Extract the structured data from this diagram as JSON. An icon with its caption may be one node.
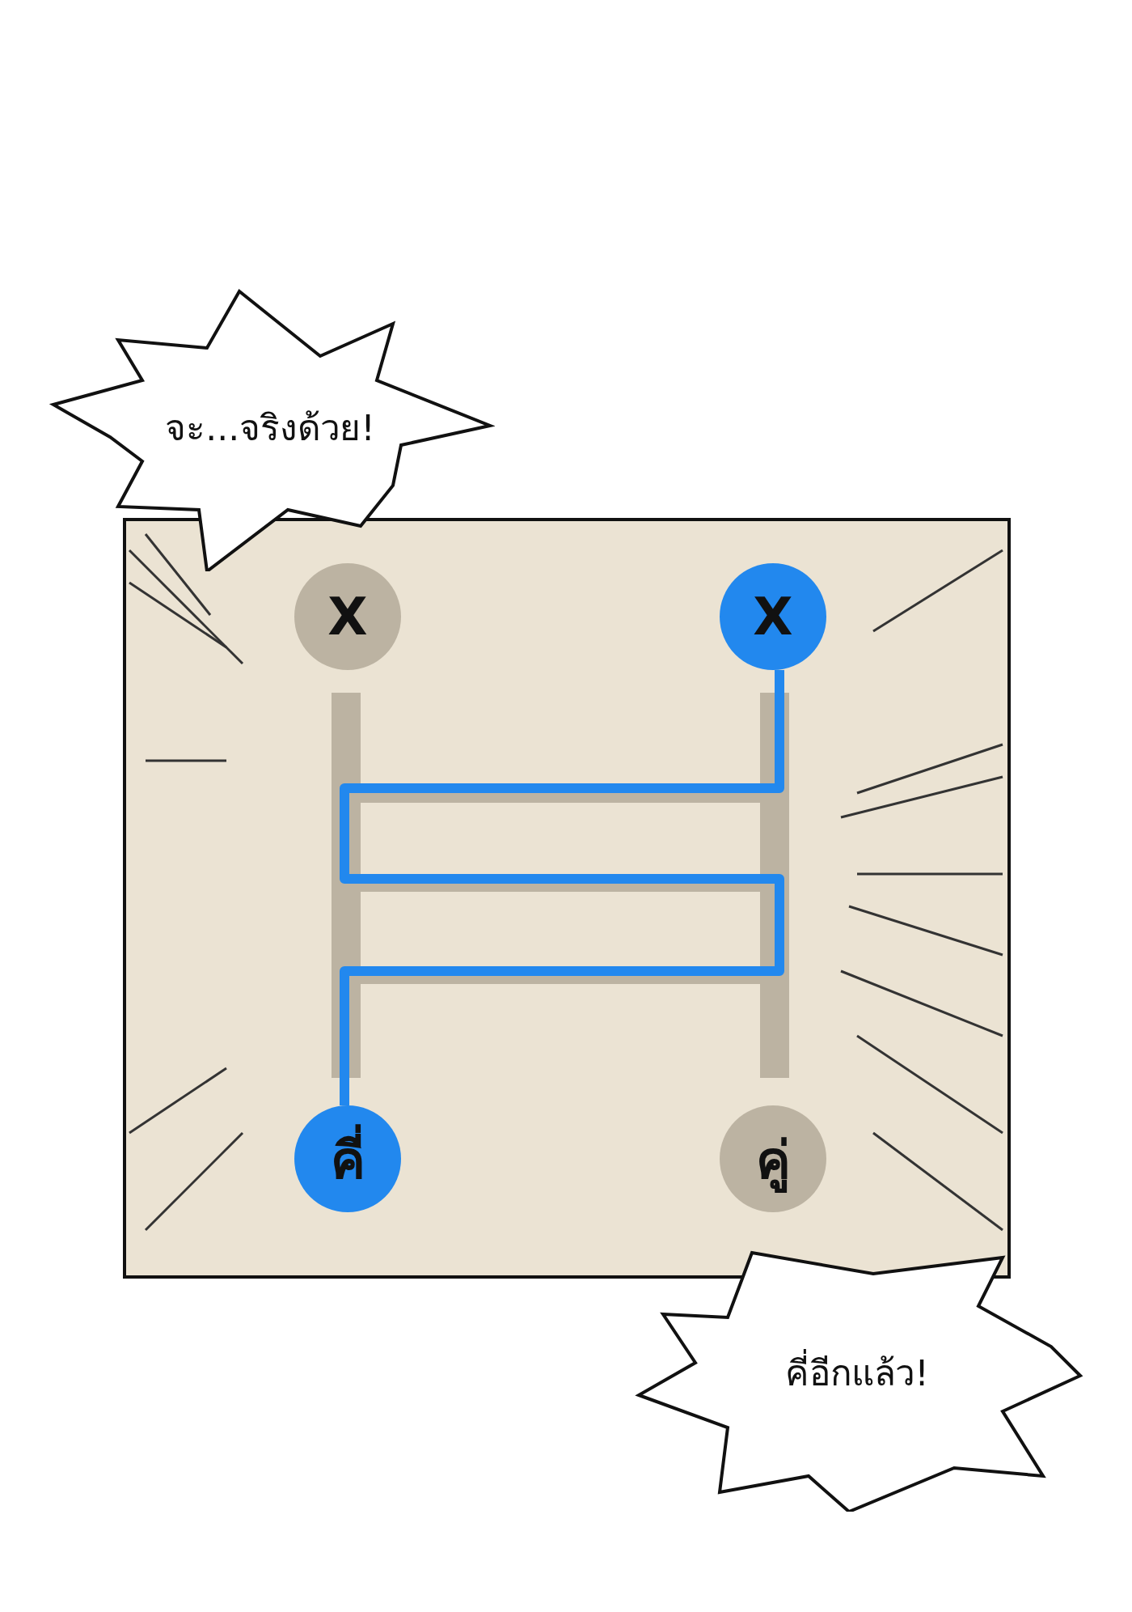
{
  "diagram": {
    "nodes": [
      {
        "text": [
          "จะ...จริงด้วย!"
        ]
      },
      {
        "text": [
          "X"
        ]
      },
      {
        "text": [
          "X"
        ]
      },
      {
        "text": [
          "คี่"
        ]
      },
      {
        "text": [
          "คู่"
        ]
      },
      {
        "text": [
          "คี่อีกแล้ว!"
        ]
      }
    ],
    "edges": [
      {
        "from": 2,
        "to": 3,
        "arrow": "none",
        "color": "#2288ee"
      }
    ]
  }
}
